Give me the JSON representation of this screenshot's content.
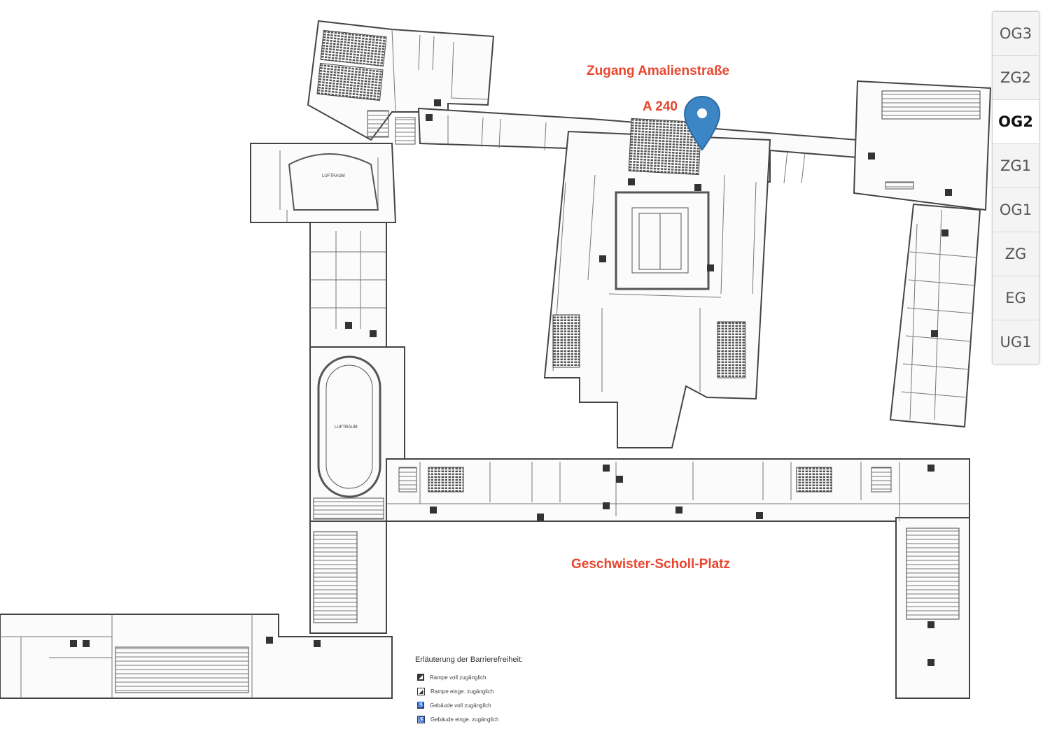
{
  "map": {
    "labels": {
      "entrance": "Zugang Amalienstraße",
      "room": "A 240",
      "square": "Geschwister-Scholl-Platz",
      "luftraum": "LUFTRAUM"
    },
    "pin_color": "#3d86c6",
    "label_color": "#e8472f"
  },
  "floors": [
    {
      "label": "OG3",
      "active": false
    },
    {
      "label": "ZG2",
      "active": false
    },
    {
      "label": "OG2",
      "active": true
    },
    {
      "label": "ZG1",
      "active": false
    },
    {
      "label": "OG1",
      "active": false
    },
    {
      "label": "ZG",
      "active": false
    },
    {
      "label": "EG",
      "active": false
    },
    {
      "label": "UG1",
      "active": false
    }
  ],
  "legend": {
    "title": "Erläuterung der Barrierefreiheit:",
    "items": [
      {
        "icon": "ramp-full-icon",
        "label": "Rampe voll zugänglich"
      },
      {
        "icon": "ramp-limited-icon",
        "label": "Rampe einge. zugänglich"
      },
      {
        "icon": "wheelchair-full-icon",
        "label": "Gebäude voll zugänglich"
      },
      {
        "icon": "wheelchair-limited-icon",
        "label": "Gebäude einge. zugänglich"
      }
    ]
  }
}
